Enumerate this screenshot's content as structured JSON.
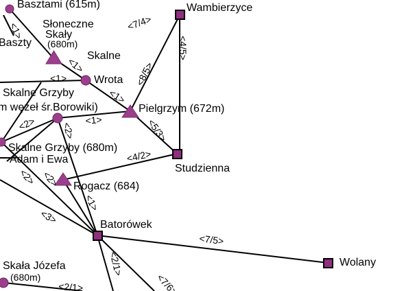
{
  "map": {
    "places": {
      "basztami": "Basztami (615m)",
      "baszty": "Baszty",
      "sloneczne_1": "Słoneczne",
      "sloneczne_2": "Skały",
      "sloneczne_3": "(680m)",
      "wambierzyce": "Wambierzyce",
      "skalne": "Skalne",
      "wrota": "Wrota",
      "skalne_grzyby_top": "Skalne Grzyby",
      "wezel": "m węzeł śr.Borowiki)",
      "pielgrzym": "Pielgrzym (672m)",
      "skalne_grzyby": "Skalne Grzyby (680m)",
      "adam_i_ewa": "Adam i Ewa",
      "studzienna": "Studzienna",
      "rogacz": "Rogacz (684)",
      "batorowek": "Batorówek",
      "wolany": "Wolany",
      "skala_jozefa_1": "Skała Józefa",
      "skala_jozefa_2": "(680m)"
    },
    "costs": {
      "wamb_w": "<7/4>",
      "wamb_s": "<4/5>",
      "baszty_link": "<1>",
      "sloneczne_wrota": "<1>",
      "wrota_left": "<1>",
      "wrota_pielgrzym": "<1>",
      "pielgrzym_wamb": "<8/5>",
      "wezel_pielgrzym": "<1>",
      "pielgrzym_stud": "<5/3>",
      "wezel_left": "<2>",
      "wezel_down": "<2>",
      "stud_rogacz": "<4/2>",
      "grzyby_down": "<2>",
      "adam_rogacz": "<2>",
      "rogacz_bator": "<1>",
      "left_bator": "<3>",
      "bator_wolany": "<7/5>",
      "bator_down": "<2/1>",
      "bator_se": "<7/6>",
      "jozefa_right": "<2/1>"
    },
    "colors": {
      "node_fill": "#9b3f8c",
      "trail": "#000000",
      "background": "#ffffff"
    }
  }
}
